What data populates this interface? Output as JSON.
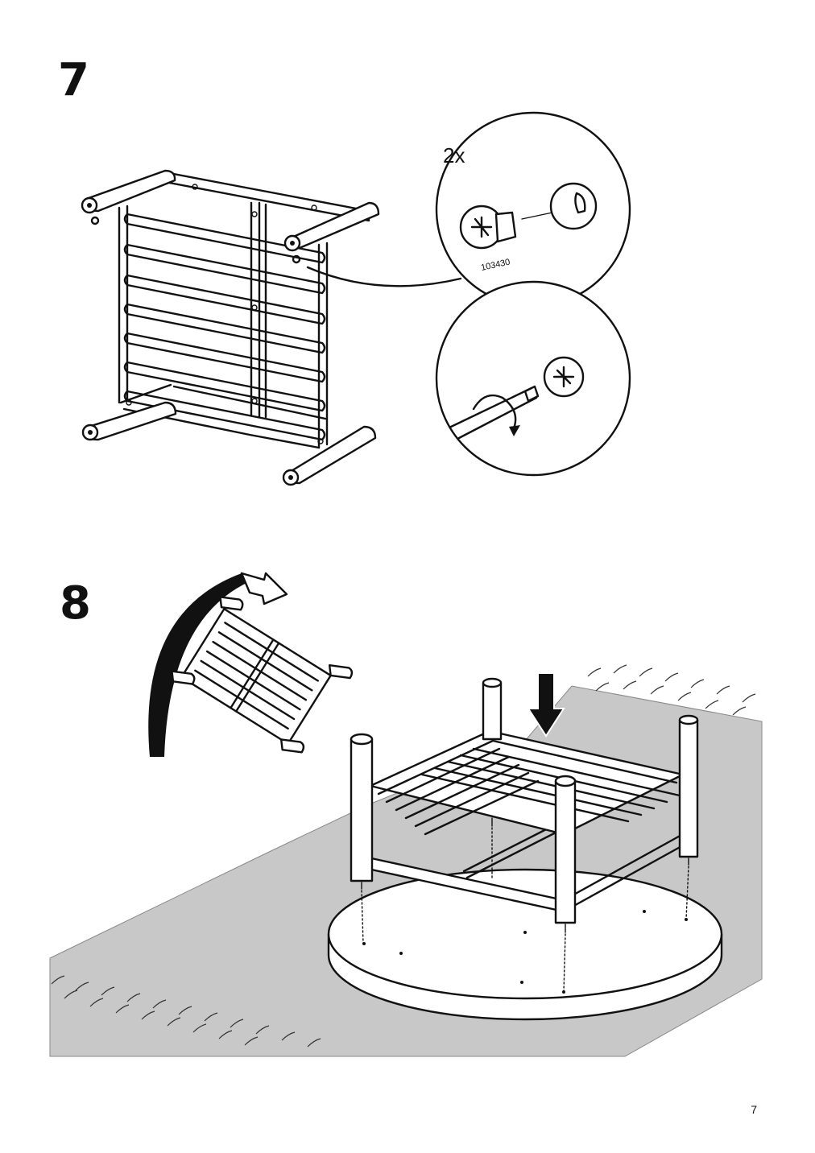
{
  "steps": [
    {
      "number": "7",
      "quantity": "2x",
      "part_number": "103430"
    },
    {
      "number": "8"
    }
  ],
  "page_number": "7",
  "icons": {
    "cam_lock": "cam-lock-icon",
    "rotate_arrow": "rotate-arrow-icon",
    "down_arrow": "down-arrow-icon",
    "flip_arrow": "flip-arrow-icon"
  }
}
